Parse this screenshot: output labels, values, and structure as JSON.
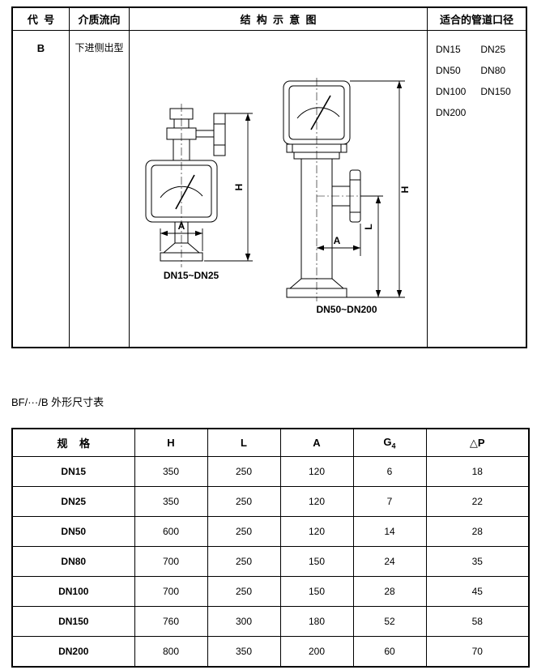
{
  "top_table": {
    "headers": {
      "code": "代  号",
      "flow": "介质流向",
      "diagram": "结  构  示  意  图",
      "pipe": "适合的管道口径"
    },
    "code_value": "B",
    "flow_value": "下进侧出型",
    "diameters": [
      "DN15",
      "DN25",
      "DN50",
      "DN80",
      "DN100",
      "DN150",
      "DN200"
    ],
    "diagram_labels": {
      "small": "DN15~DN25",
      "large": "DN50~DN200",
      "h": "H",
      "l": "L",
      "a": "A"
    }
  },
  "caption": "BF/···/B 外形尺寸表",
  "dim_table": {
    "headers": [
      "规    格",
      "H",
      "L",
      "A",
      "G",
      "△P"
    ],
    "g_subscript": "4",
    "rows": [
      [
        "DN15",
        "350",
        "250",
        "120",
        "6",
        "18"
      ],
      [
        "DN25",
        "350",
        "250",
        "120",
        "7",
        "22"
      ],
      [
        "DN50",
        "600",
        "250",
        "120",
        "14",
        "28"
      ],
      [
        "DN80",
        "700",
        "250",
        "150",
        "24",
        "35"
      ],
      [
        "DN100",
        "700",
        "250",
        "150",
        "28",
        "45"
      ],
      [
        "DN150",
        "760",
        "300",
        "180",
        "52",
        "58"
      ],
      [
        "DN200",
        "800",
        "350",
        "200",
        "60",
        "70"
      ]
    ]
  }
}
